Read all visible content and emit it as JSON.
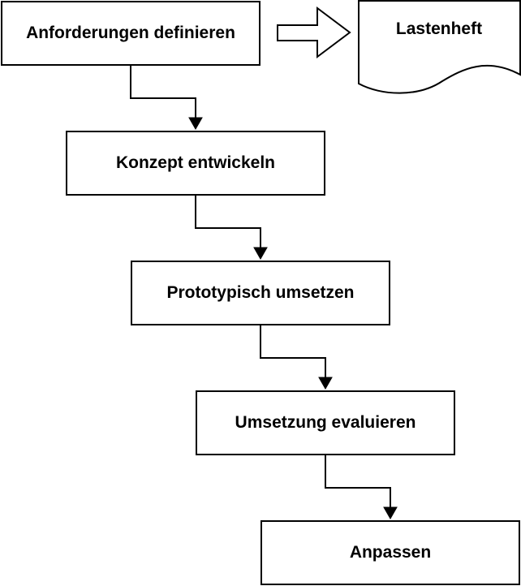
{
  "diagram": {
    "steps": [
      {
        "label": "Anforderungen definieren"
      },
      {
        "label": "Konzept entwickeln"
      },
      {
        "label": "Prototypisch umsetzen"
      },
      {
        "label": "Umsetzung evaluieren"
      },
      {
        "label": "Anpassen"
      }
    ],
    "document": {
      "label": "Lastenheft"
    },
    "colors": {
      "stroke": "#000000",
      "fill": "#ffffff",
      "text": "#000000"
    }
  }
}
